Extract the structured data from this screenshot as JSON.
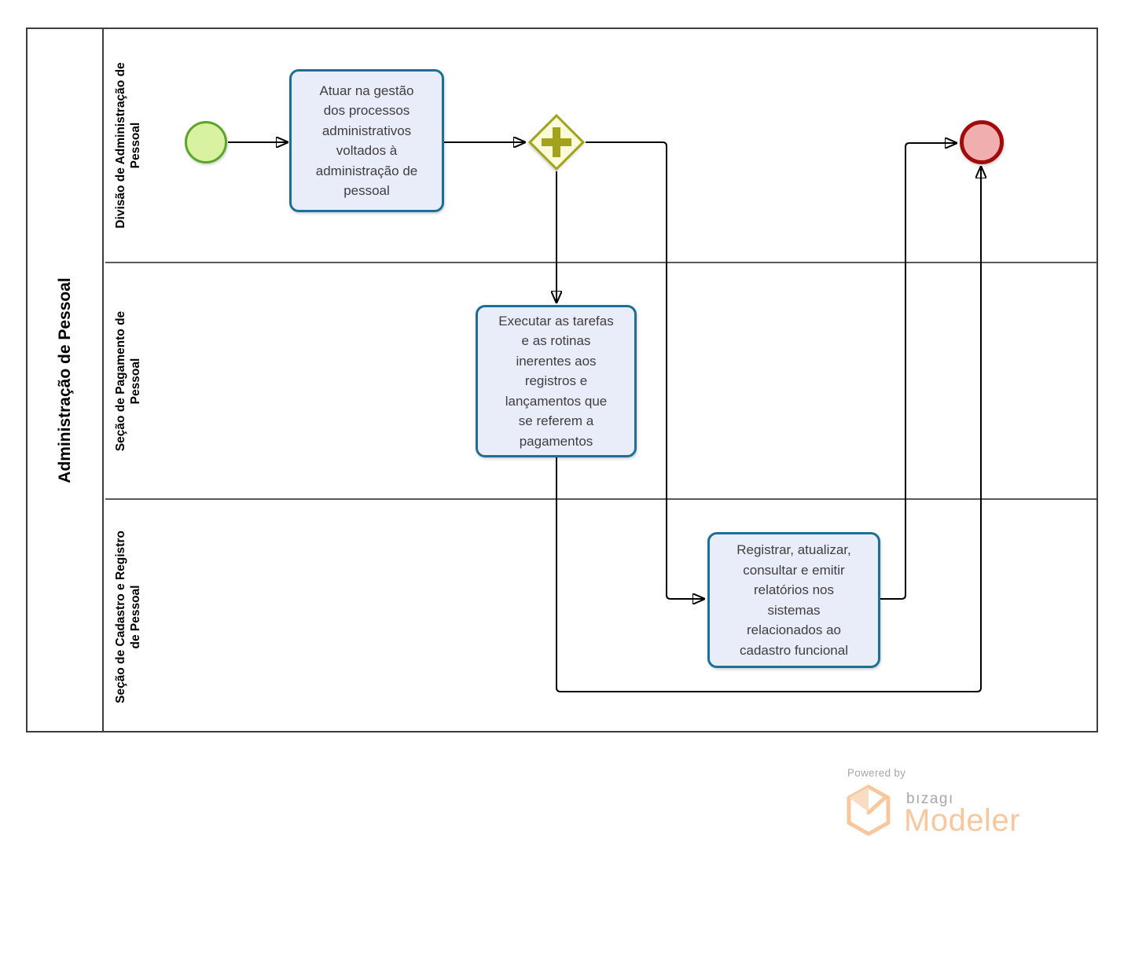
{
  "pool": {
    "title": "Administração de Pessoal",
    "lanes": [
      {
        "label": "Divisão de Administração de\nPessoal"
      },
      {
        "label": "Seção de Pagamento de\nPessoal"
      },
      {
        "label": "Seção de Cadastro e Registro\nde Pessoal"
      }
    ]
  },
  "nodes": {
    "start_event": {
      "type": "start-event"
    },
    "task_1": {
      "type": "task",
      "label": "Atuar na gestão\ndos processos\nadministrativos\nvoltados à\nadministração de\npessoal"
    },
    "gateway": {
      "type": "parallel-gateway",
      "icon": "plus-icon"
    },
    "task_2": {
      "type": "task",
      "label": "Executar as tarefas\ne as rotinas\ninerentes aos\nregistros e\nlançamentos  que\nse referem a\npagamentos"
    },
    "task_3": {
      "type": "task",
      "label": "Registrar, atualizar,\nconsultar e emitir\nrelatórios nos\nsistemas\nrelacionados ao\ncadastro funcional"
    },
    "end_event": {
      "type": "end-event"
    }
  },
  "footer": {
    "powered_by": "Powered by",
    "brand": "bızagı",
    "product": "Modeler"
  },
  "colors": {
    "task_fill": "#e9ecf9",
    "task_border": "#1c7097",
    "start_fill": "#d9f2a2",
    "start_border": "#5aa629",
    "end_fill": "#f0aeae",
    "end_border": "#a30b0b",
    "gateway_fill": "#fbfbd9",
    "gateway_border": "#a2a31b",
    "pool_border": "#3d3d3d",
    "flow_line": "#000000",
    "brand_orange": "#f8c79d",
    "brand_gray": "#a7a7a7"
  }
}
